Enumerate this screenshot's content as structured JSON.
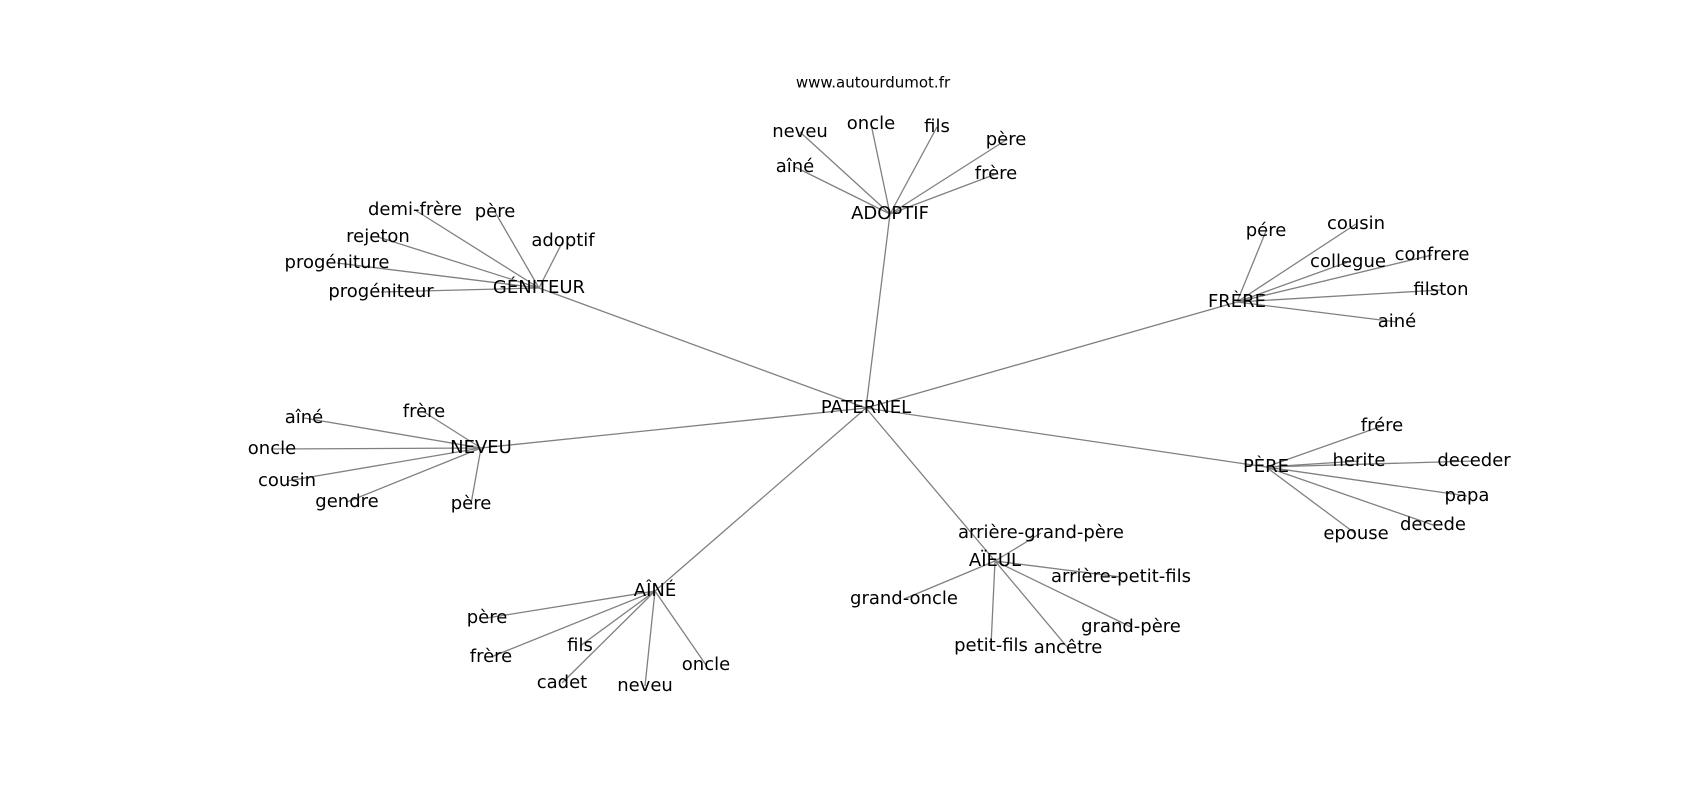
{
  "source": "www.autourdumot.fr",
  "center": "PATERNEL",
  "groups": [
    {
      "hub": "ADOPTIF",
      "leaves": [
        "neveu",
        "oncle",
        "fils",
        "père",
        "aîné",
        "frère"
      ]
    },
    {
      "hub": "GÉNITEUR",
      "leaves": [
        "demi-frère",
        "père",
        "adoptif",
        "rejeton",
        "progéniture",
        "progéniteur"
      ]
    },
    {
      "hub": "FRÈRE",
      "leaves": [
        "pére",
        "cousin",
        "collegue",
        "confrere",
        "filston",
        "ainé"
      ]
    },
    {
      "hub": "NEVEU",
      "leaves": [
        "aîné",
        "frère",
        "oncle",
        "cousin",
        "gendre",
        "père"
      ]
    },
    {
      "hub": "PÈRE",
      "leaves": [
        "frére",
        "herite",
        "deceder",
        "papa",
        "decede",
        "epouse"
      ]
    },
    {
      "hub": "AÏEUL",
      "leaves": [
        "arrière-grand-père",
        "arrière-petit-fils",
        "grand-oncle",
        "grand-père",
        "petit-fils",
        "ancêtre"
      ]
    },
    {
      "hub": "AÎNÉ",
      "leaves": [
        "père",
        "frère",
        "fils",
        "cadet",
        "neveu",
        "oncle"
      ]
    }
  ]
}
